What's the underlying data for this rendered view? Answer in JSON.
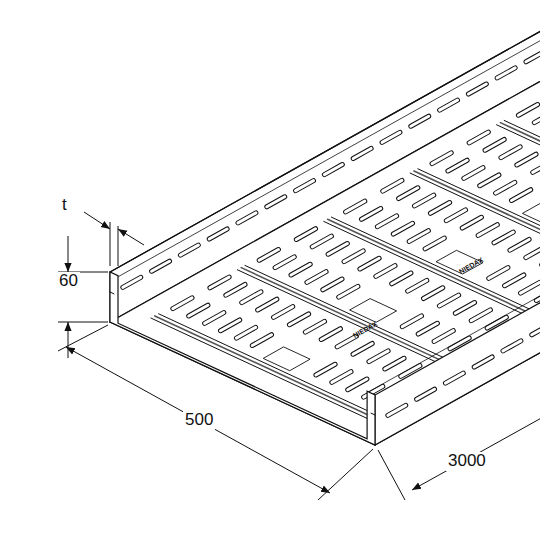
{
  "diagram": {
    "labels": [
      "t",
      "60",
      "500",
      "3000",
      "NIEDAX",
      "NIEDAX"
    ]
  }
}
